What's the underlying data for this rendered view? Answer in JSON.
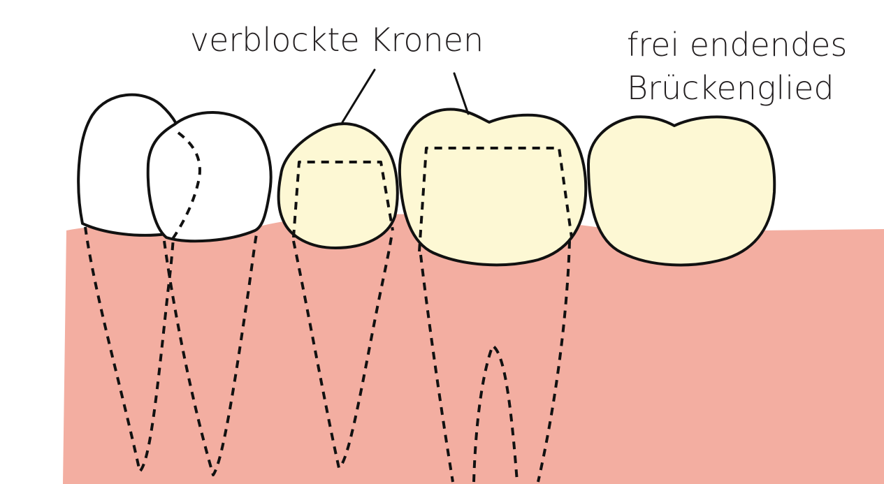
{
  "labels": {
    "splinted_crowns": "verblockte Kronen",
    "cantilever_line1": "frei endendes",
    "cantilever_line2": "Brückenglied"
  },
  "colors": {
    "gum": "#f3aea1",
    "crown": "#fdf8d4",
    "outline": "#111111",
    "background": "#ffffff"
  }
}
